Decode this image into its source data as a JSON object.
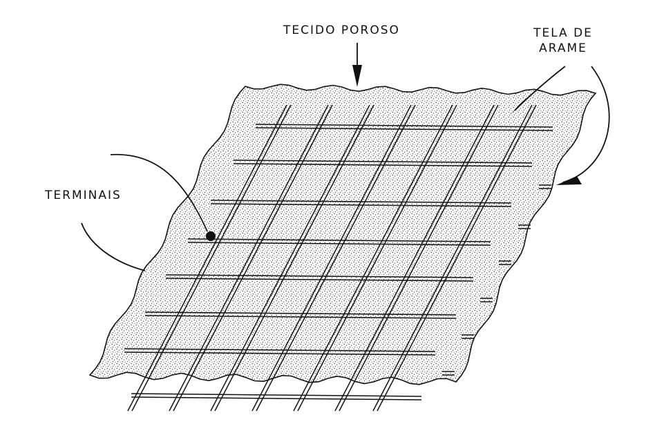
{
  "labels": {
    "tecido_poroso": "TECIDO POROSO",
    "tela_de_arame": "TELA DE\nARAME",
    "terminais": "TERMINAIS"
  },
  "colors": {
    "ink": "#111111",
    "background": "#ffffff",
    "fabric_fill": "#f2f2f2"
  }
}
